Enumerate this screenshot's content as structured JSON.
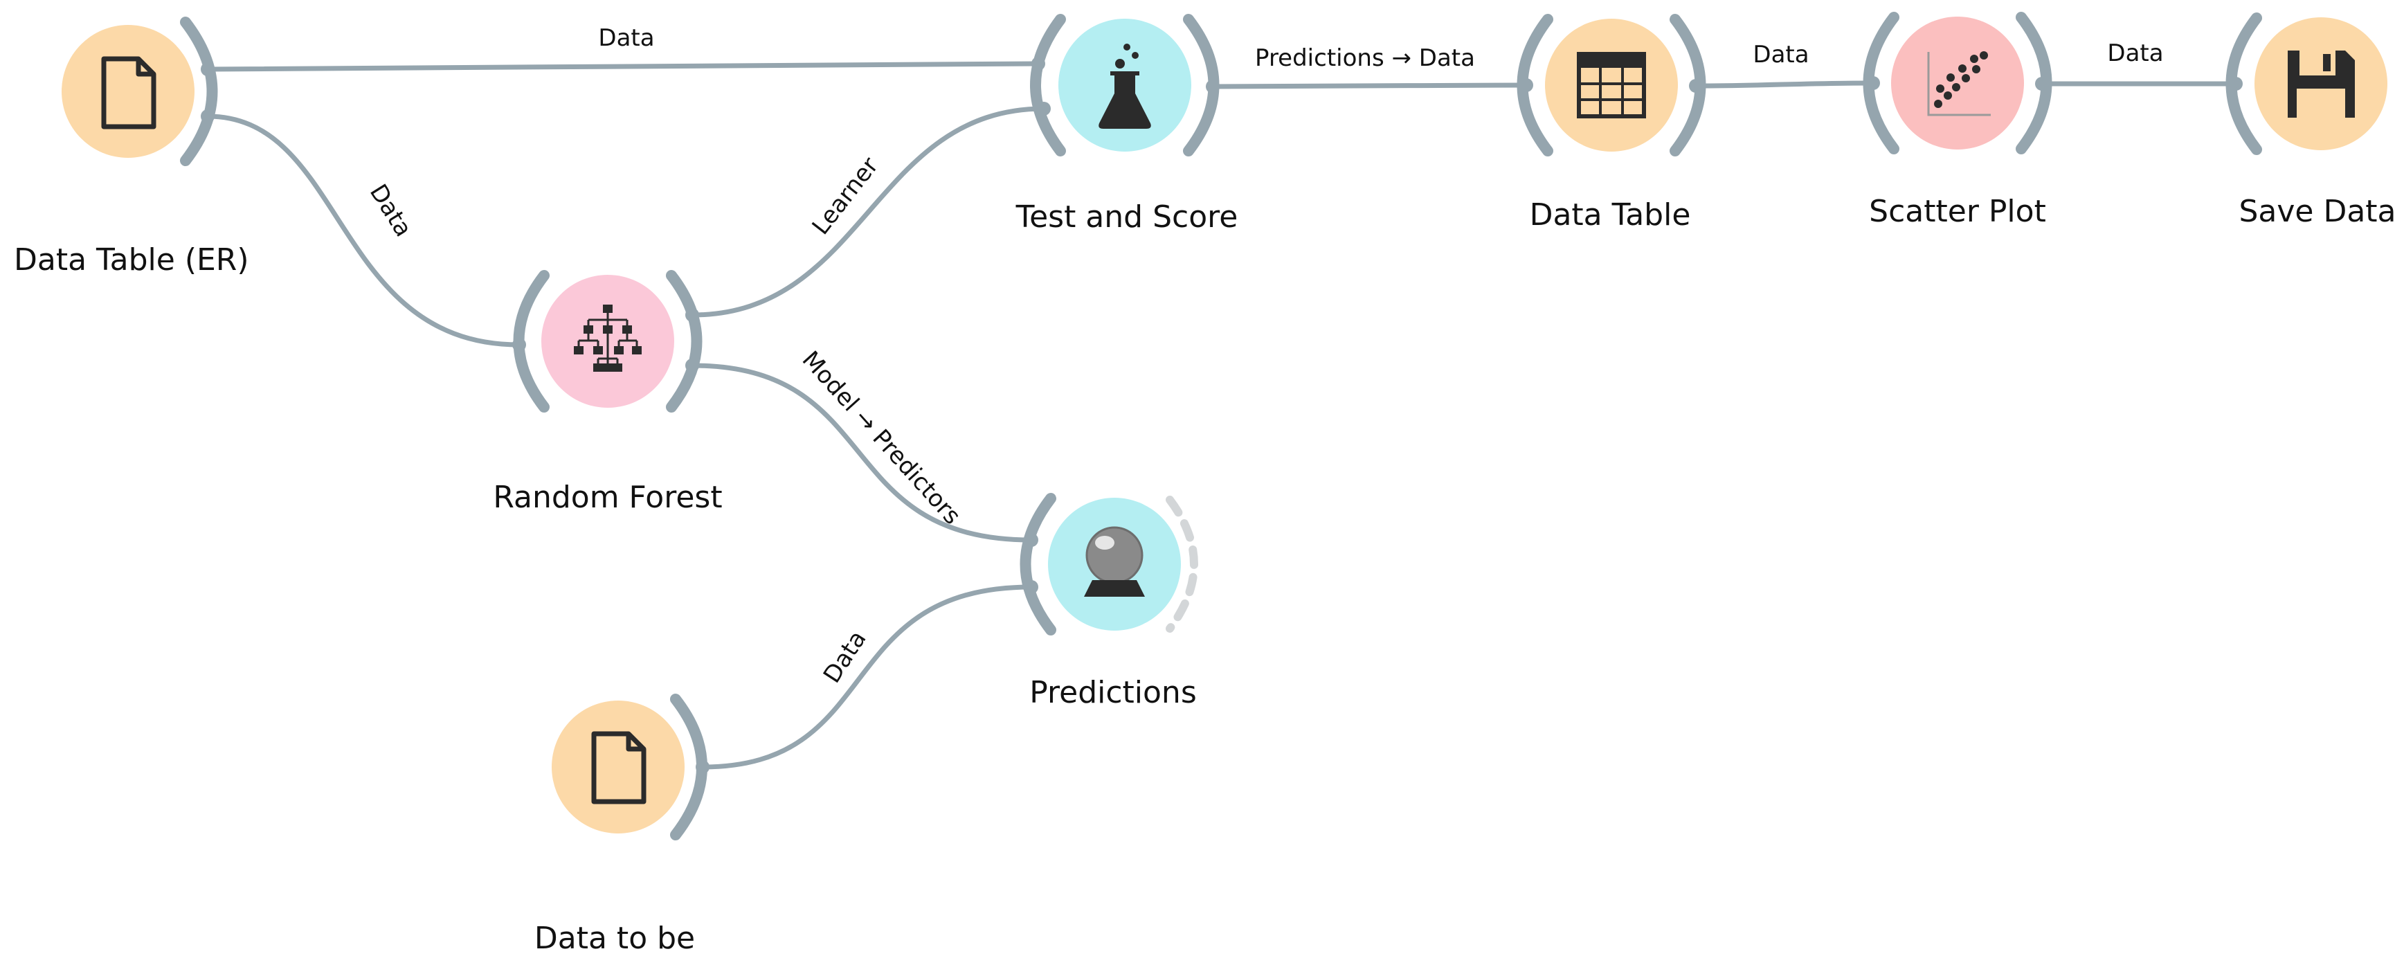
{
  "nodes": {
    "data_table_er": {
      "label": "Data Table (ER)",
      "icon": "file-icon"
    },
    "test_and_score": {
      "label": "Test and Score",
      "icon": "flask-icon"
    },
    "data_table": {
      "label": "Data Table",
      "icon": "table-icon"
    },
    "scatter_plot": {
      "label": "Scatter Plot",
      "icon": "scatter-plot-icon"
    },
    "save_data": {
      "label": "Save Data",
      "icon": "floppy-disk-icon"
    },
    "random_forest": {
      "label": "Random Forest",
      "icon": "tree-hierarchy-icon"
    },
    "predictions": {
      "label": "Predictions",
      "icon": "crystal-ball-icon"
    },
    "data_to_be": {
      "label": "Data to be",
      "icon": "file-icon"
    }
  },
  "links": {
    "er_to_test": "Data",
    "er_to_rf": "Data",
    "rf_to_test": "Learner",
    "rf_to_predictions": "Model → Predictors",
    "test_to_table": "Predictions → Data",
    "table_to_scatter": "Data",
    "scatter_to_save": "Data",
    "tobe_to_predictions": "Data"
  },
  "colors": {
    "data_widget": "#fcd9a8",
    "evaluate_widget": "#b4eef2",
    "model_widget": "#fbc8d8",
    "visualize_widget": "#fbbfbf",
    "link": "#95a5ae",
    "bracket": "#95a5ae",
    "icon": "#2b2b2b"
  }
}
